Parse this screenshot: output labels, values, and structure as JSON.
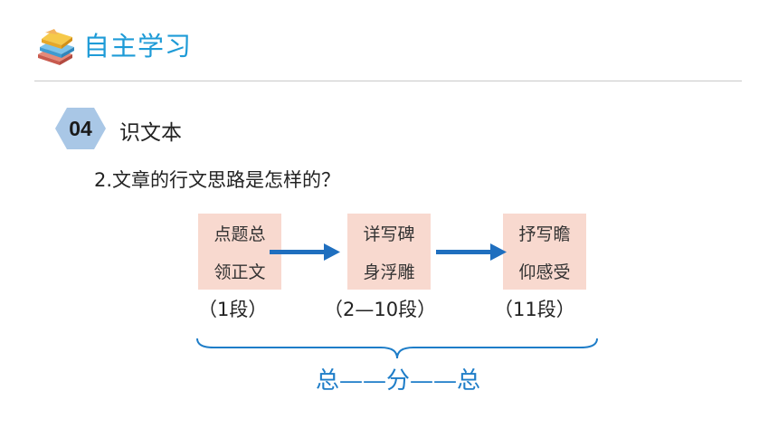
{
  "header": {
    "title": "自主学习",
    "icon": "books-stack-icon"
  },
  "section": {
    "number": "04",
    "title": "识文本"
  },
  "question": "2.文章的行文思路是怎样的？",
  "flow": [
    {
      "line1": "点题总",
      "line2": "领正文",
      "caption": "（1段）"
    },
    {
      "line1": "详写碑",
      "line2": "身浮雕",
      "caption": "（2—10段）"
    },
    {
      "line1": "抒写瞻",
      "line2": "仰感受",
      "caption": "（11段）"
    }
  ],
  "summary": "总——分——总",
  "colors": {
    "accent": "#1e9bd7",
    "box": "#f8d9cf",
    "arrow": "#1f6fbf",
    "hex": "#a9c7e6"
  }
}
